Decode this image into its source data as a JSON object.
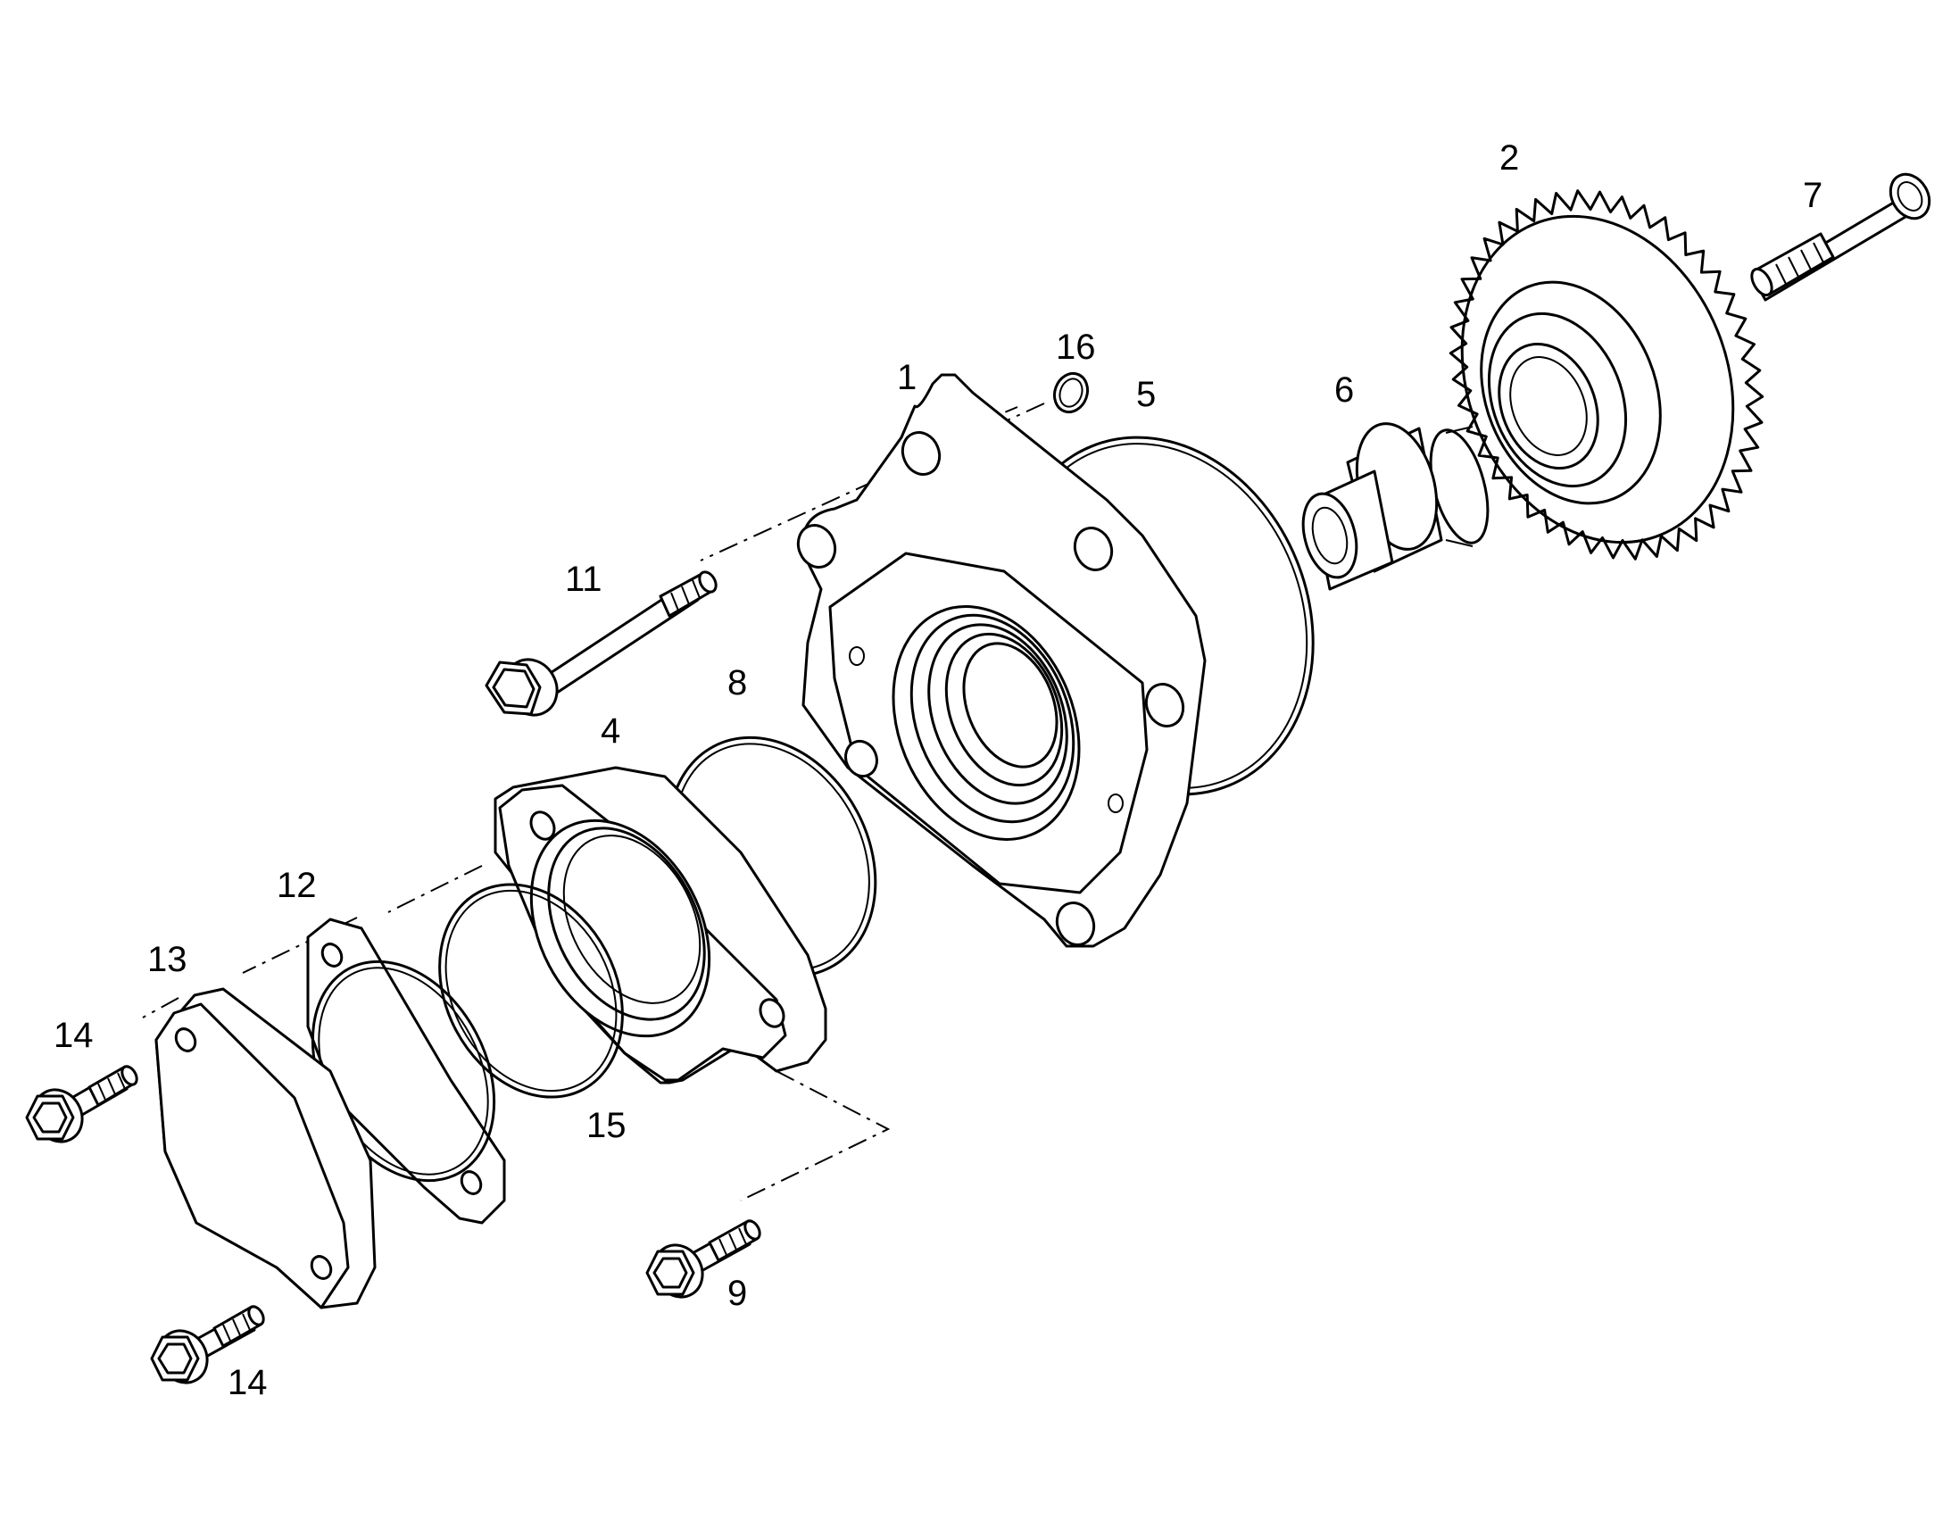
{
  "colors": {
    "line": "#000000",
    "background": "#ffffff"
  },
  "callouts": [
    {
      "id": "c1",
      "text": "1"
    },
    {
      "id": "c2",
      "text": "2"
    },
    {
      "id": "c4",
      "text": "4"
    },
    {
      "id": "c5",
      "text": "5"
    },
    {
      "id": "c6",
      "text": "6"
    },
    {
      "id": "c7",
      "text": "7"
    },
    {
      "id": "c8",
      "text": "8"
    },
    {
      "id": "c9",
      "text": "9"
    },
    {
      "id": "c11",
      "text": "11"
    },
    {
      "id": "c12",
      "text": "12"
    },
    {
      "id": "c13",
      "text": "13"
    },
    {
      "id": "c14a",
      "text": "14"
    },
    {
      "id": "c14b",
      "text": "14"
    },
    {
      "id": "c15",
      "text": "15"
    },
    {
      "id": "c16",
      "text": "16"
    }
  ]
}
